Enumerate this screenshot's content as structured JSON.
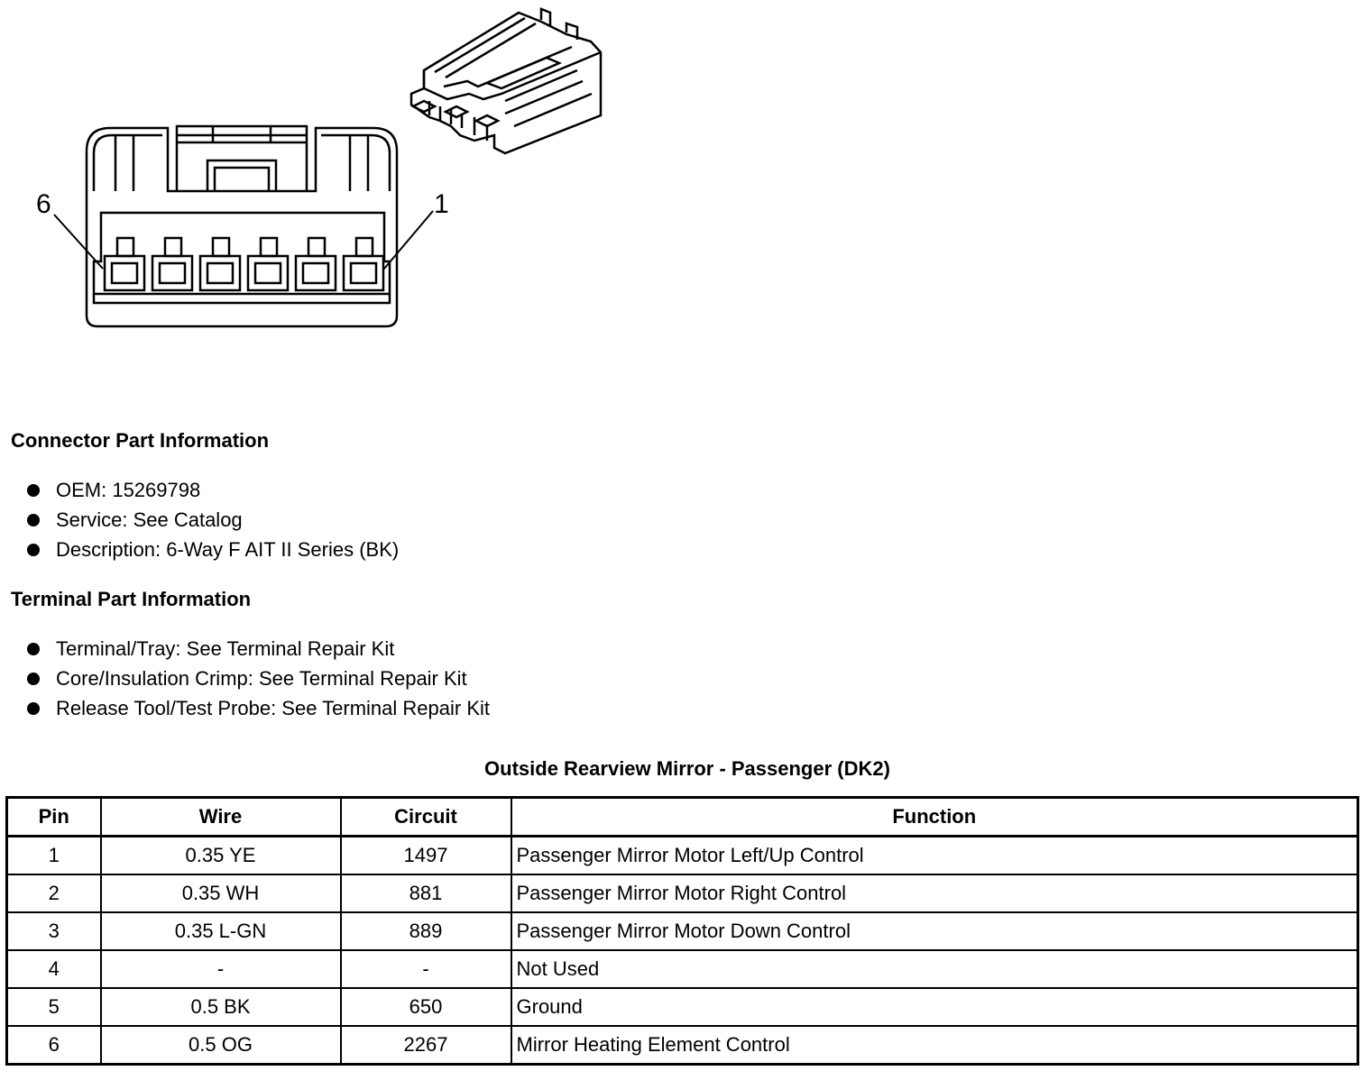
{
  "diagram": {
    "left_pin_label": "6",
    "right_pin_label": "1"
  },
  "connector_section": {
    "title": "Connector Part Information",
    "items": [
      "OEM: 15269798",
      "Service: See Catalog",
      "Description: 6-Way F AIT II Series (BK)"
    ]
  },
  "terminal_section": {
    "title": "Terminal Part Information",
    "items": [
      "Terminal/Tray: See Terminal Repair Kit",
      "Core/Insulation Crimp: See Terminal Repair Kit",
      "Release Tool/Test Probe: See Terminal Repair Kit"
    ]
  },
  "table": {
    "title": "Outside Rearview Mirror - Passenger (DK2)",
    "headers": [
      "Pin",
      "Wire",
      "Circuit",
      "Function"
    ],
    "rows": [
      [
        "1",
        "0.35 YE",
        "1497",
        "Passenger Mirror Motor Left/Up Control"
      ],
      [
        "2",
        "0.35 WH",
        "881",
        "Passenger Mirror Motor Right Control"
      ],
      [
        "3",
        "0.35 L-GN",
        "889",
        "Passenger Mirror Motor Down Control"
      ],
      [
        "4",
        "-",
        "-",
        "Not Used"
      ],
      [
        "5",
        "0.5 BK",
        "650",
        "Ground"
      ],
      [
        "6",
        "0.5 OG",
        "2267",
        "Mirror Heating Element Control"
      ]
    ]
  }
}
